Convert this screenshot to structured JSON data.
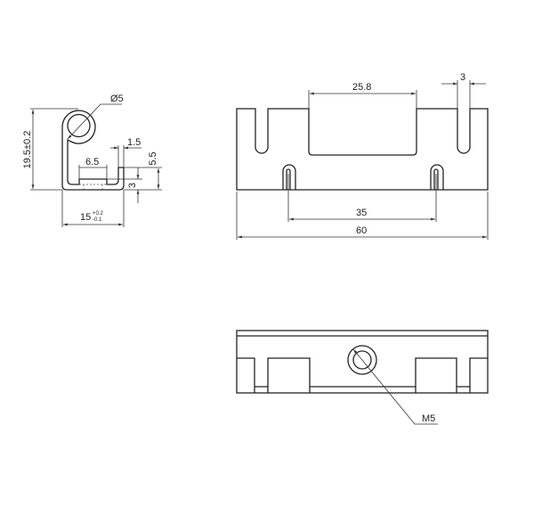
{
  "side_view": {
    "height_dim": "19.5±0.2",
    "hole_dim": "Ø5",
    "wall_dim": "1.5",
    "groove_dim": "6.5",
    "wall_height_dim": "5.5",
    "groove_depth_dim": "3",
    "width_dim": "15",
    "width_tol_upper": "+0.2",
    "width_tol_lower": "-0.1"
  },
  "front_view": {
    "cutout_dim": "25.8",
    "slot_width_dim": "3",
    "slot_spacing_dim": "35",
    "length_dim": "60"
  },
  "bottom_view": {
    "thread_label": "M5"
  }
}
